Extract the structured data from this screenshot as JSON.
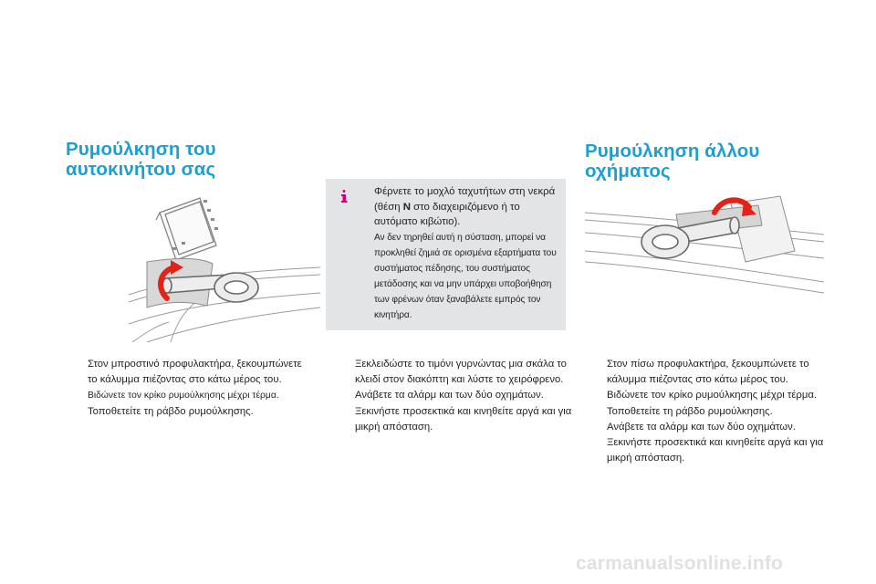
{
  "left": {
    "heading": [
      "Ρυμούλκηση του",
      "αυτοκινήτου σας"
    ],
    "steps": [
      {
        "text": "Στον μπροστινό προφυλακτήρα, ξεκουμπώνετε το κάλυμμα πιέζοντας στο κάτω μέρος του.",
        "small": false
      },
      {
        "text": "Βιδώνετε τον κρίκο ρυμούλκησης μέχρι τέρμα.",
        "small": true
      },
      {
        "text": "Τοποθετείτε τη ράβδο ρυμούλκησης.",
        "small": false
      }
    ]
  },
  "info": {
    "icon": "info-icon",
    "item_prefix": "Φέρνετε το μοχλό ταχυτήτων στη νεκρά (θέση ",
    "item_bold": "N",
    "item_suffix": " στο διαχειριζόμενο ή το αυτόματο κιβώτιο).",
    "note": "Αν δεν τηρηθεί αυτή η σύσταση, μπορεί να προκληθεί ζημιά σε ορισμένα εξαρτήματα του συστήματος πέδησης, του συστήματος μετάδοσης και να μην υπάρχει υποβοήθηση των φρένων όταν ξαναβάλετε εμπρός τον κινητήρα."
  },
  "middle": {
    "steps": [
      "Ξεκλειδώστε το τιμόνι γυρνώντας μια σκάλα το κλειδί στον διακόπτη και λύστε το χειρόφρενο.",
      "Ανάβετε τα αλάρμ και των δύο οχημάτων.",
      "Ξεκινήστε προσεκτικά και κινηθείτε αργά και για μικρή απόσταση."
    ]
  },
  "right": {
    "heading": [
      "Ρυμούλκηση άλλου",
      "οχήματος"
    ],
    "steps": [
      "Στον πίσω προφυλακτήρα, ξεκουμπώνετε το κάλυμμα πιέζοντας στο κάτω μέρος του.",
      "Βιδώνετε τον κρίκο ρυμούλκησης μέχρι τέρμα.",
      "Τοποθετείτε τη ράβδο ρυμούλκησης.",
      "Ανάβετε τα αλάρμ και των δύο οχημάτων.",
      "Ξεκινήστε προσεκτικά και κινηθείτε αργά και για μικρή απόσταση."
    ]
  },
  "bullet": "",
  "colors": {
    "heading": "#1d9fd2",
    "box": "#e3e4e5",
    "arrow_red": "#e2231a",
    "info_magenta": "#d6007d"
  },
  "watermark": "carmanualsonline.info"
}
